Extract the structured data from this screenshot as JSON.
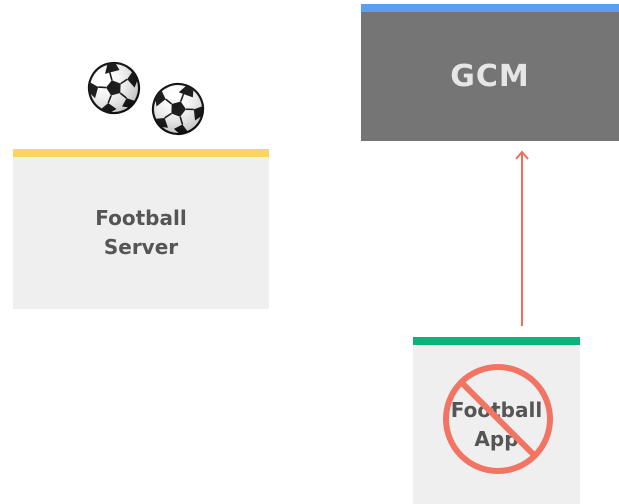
{
  "nodes": {
    "server": {
      "label": "Football\nServer",
      "accent": "#fcd462"
    },
    "gcm": {
      "label": "GCM",
      "accent": "#5b9df0"
    },
    "app": {
      "label": "Football\nApp",
      "accent": "#10b07a"
    }
  },
  "colors": {
    "box_fill": "#efefef",
    "gcm_fill": "#757575",
    "text_dark": "#555555",
    "connector": "#f26b5b",
    "prohibited_symbol": "#f26b5b"
  },
  "icons": {
    "server_decoration": "soccer-ball-icon",
    "app_overlay": "prohibited-icon"
  },
  "edges": [
    {
      "from": "app",
      "to": "gcm",
      "style": "arrow"
    }
  ]
}
